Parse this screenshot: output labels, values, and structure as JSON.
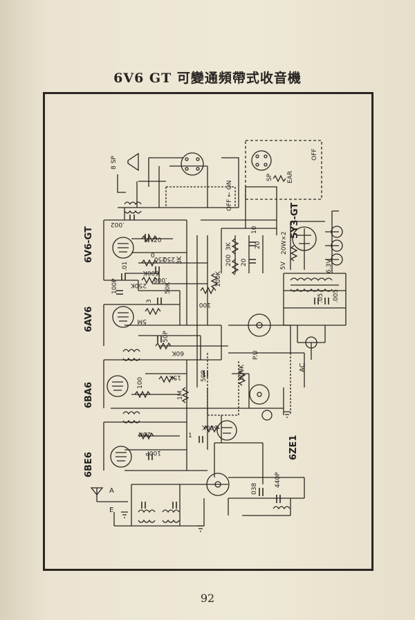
{
  "title": "6V6 GT 可變通頻帶式收音機",
  "page_number": "92",
  "tubes": {
    "t1": "6V6-GT",
    "t2": "6AV6",
    "t3": "6BA6",
    "t4": "6BE6",
    "t5": "5Y3-GT",
    "t6": "6ZE1"
  },
  "components": {
    "sp": "8 SP",
    "c002": ".002",
    "r20": "20",
    "r250": "250",
    "r3k": "3K",
    "r600k": "600K",
    "c005a": ".005",
    "r250k": "250K",
    "c01": ".01",
    "r50k": "50K",
    "r100k": "100K",
    "c100p_a": "100P",
    "c3": "3",
    "r100": "100",
    "r5m": "5M",
    "r50pf": "50P",
    "r60k": "60K",
    "r15k": "15K",
    "c50pf_b": "50P",
    "r1m": "1M",
    "r500k_a": "500K",
    "r500k_b": "500K",
    "c1": "1",
    "r20k": "20K",
    "c100p_b": "100P",
    "c038": "038",
    "c440p": "440P",
    "c05": ".05",
    "c005b": ".005",
    "c10": "10",
    "r3k2": "3K",
    "r200": "200",
    "c20a": "20",
    "c20b": "20",
    "r20w": "20W×2",
    "v5": "5V",
    "v63": "6.3V",
    "switch_off_on": "OFF ← ON",
    "off": "OFF",
    "ear": "EAR",
    "sp2": "SP",
    "ant": "A",
    "earth": "E",
    "ac": "AC",
    "pu": "P.U",
    "r100b": "100",
    "c0": "0",
    "c250": "250"
  }
}
